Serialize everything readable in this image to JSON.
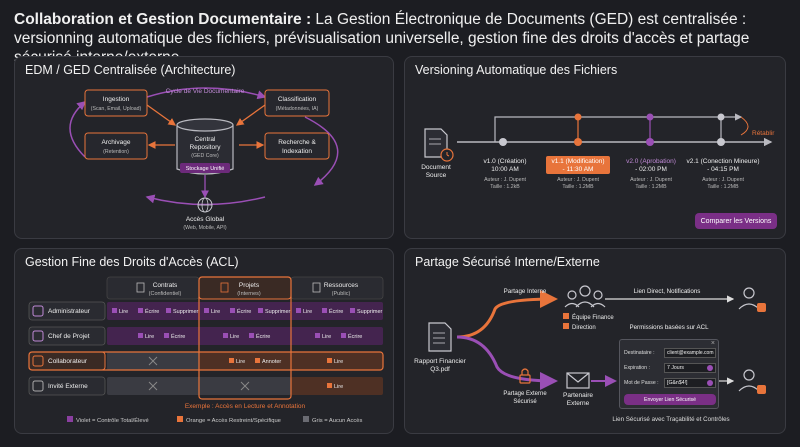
{
  "header": {
    "title_bold": "Collaboration et Gestion Documentaire :",
    "title_rest": " La Gestion Électronique de Documents (GED) est centralisée : versionning automatique des fichiers, prévisualisation universelle, gestion fine des droits d'accès et partage sécurisé interne/externe."
  },
  "edm": {
    "title": "EDM / GED Centralisée (Architecture)",
    "cycle_label": "Cycle de Vie Documentaire",
    "ingestion": {
      "title": "Ingestion",
      "sub": "(Scan, Email, Upload)"
    },
    "classification": {
      "title": "Classification",
      "sub": "(Métadonnées, IA)"
    },
    "archivage": {
      "title": "Archivage",
      "sub": "(Retention)"
    },
    "recherche": {
      "title": "Recherche &",
      "sub": "Indexation"
    },
    "repo": {
      "line1": "Central",
      "line2": "Repository",
      "line3": "(GED Core)",
      "badge": "Stockage Unifié"
    },
    "access": {
      "title": "Accès Global",
      "sub": "(Web, Mobile, API)"
    }
  },
  "versioning": {
    "title": "Versioning Automatique des Fichiers",
    "source_label_1": "Document",
    "source_label_2": "Source",
    "restore": "Rétablir",
    "versions": [
      {
        "label": "v1.0 (Création)",
        "time": "10:00 AM",
        "author": "Auteur : J. Dupent",
        "size": "Taille : 1.2kB"
      },
      {
        "label": "v1.1 (Modification)",
        "time": "- 11:30 AM",
        "author": "Auteur : J. Dupent",
        "size": "Taille : 1.2MB"
      },
      {
        "label": "v2.0 (Aprobation)",
        "time": "- 02:00 PM",
        "author": "Auteur : J. Dupent",
        "size": "Taille : 1.2MB"
      },
      {
        "label": "v2.1 (Conection Mineure)",
        "time": "- 04:15 PM",
        "author": "Auteur : J. Dupent",
        "size": "Taille : 1.2MB"
      }
    ],
    "compare_button": "Comparer les Versions"
  },
  "acl": {
    "title": "Gestion Fine des Droits d'Accès (ACL)",
    "columns": [
      {
        "title": "Contrats",
        "sub": "(Confidentiel)"
      },
      {
        "title": "Projets",
        "sub": "(Internes)"
      },
      {
        "title": "Ressources",
        "sub": "(Public)"
      }
    ],
    "rows": [
      {
        "role": "Administrateur",
        "cells": [
          [
            "Lire",
            "Écrire",
            "Supprimer"
          ],
          [
            "Lire",
            "Écrire",
            "Supprimer"
          ],
          [
            "Lire",
            "Écrire",
            "Supprimer"
          ]
        ]
      },
      {
        "role": "Chef de Projet",
        "cells": [
          [
            "Lire",
            "Écrire"
          ],
          [
            "Lire",
            "Écrire"
          ],
          [
            "Lire",
            "Écrire"
          ]
        ]
      },
      {
        "role": "Collaborateur",
        "cells": [
          [],
          [
            "Lire",
            "Annoter"
          ],
          [
            "Lire"
          ]
        ]
      },
      {
        "role": "Invité Externe",
        "cells": [
          [],
          [],
          [
            "Lire"
          ]
        ]
      }
    ],
    "example": "Exemple : Accès en Lecture et Annotation",
    "legend": [
      {
        "label": "Violet = Contrôle Total/Élevé",
        "color": "#8a3fa0"
      },
      {
        "label": "Orange = Accès Restreint/Spécifique",
        "color": "#e8743b"
      },
      {
        "label": "Gris = Aucun Accès",
        "color": "#6a6b72"
      }
    ]
  },
  "sharing": {
    "title": "Partage Sécurisé Interne/Externe",
    "doc_label_1": "Rapport Financier",
    "doc_label_2": "Q3.pdf",
    "internal_label": "Partage Interne",
    "direct_label": "Lien Direct, Notifications",
    "teams": [
      "Équipe Finance",
      "Direction"
    ],
    "external_label_1": "Partage Externe",
    "external_label_2": "Sécurisé",
    "partner_1": "Partenaire",
    "partner_2": "Externe",
    "permissions_label": "Permissions basées sur ACL",
    "form": {
      "dest_label": "Destinataire :",
      "dest_value": "client@example.com",
      "exp_label": "Expiration :",
      "exp_value": "7 Jours",
      "pwd_label": "Mot de Passe :",
      "pwd_value": "[G&n$4!]",
      "send_button": "Envoyer Lien Sécurisé"
    },
    "footer": "Lien Sécurisé avec Traçabilité et Contrôles"
  }
}
